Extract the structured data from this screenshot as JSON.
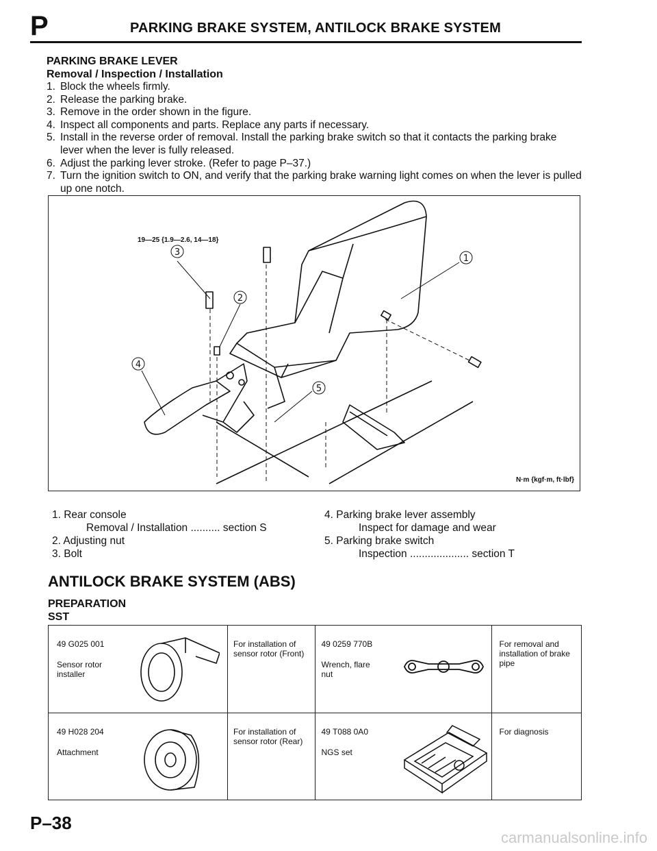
{
  "header": {
    "section_letter": "P",
    "title": "PARKING BRAKE SYSTEM, ANTILOCK BRAKE SYSTEM"
  },
  "parking_lever": {
    "heading": "PARKING BRAKE LEVER",
    "subheading": "Removal / Inspection / Installation",
    "steps": [
      {
        "num": "1.",
        "text": "Block the wheels firmly."
      },
      {
        "num": "2.",
        "text": "Release the parking brake."
      },
      {
        "num": "3.",
        "text": "Remove in the order shown in the figure."
      },
      {
        "num": "4.",
        "text": "Inspect all components and parts. Replace any parts if necessary."
      },
      {
        "num": "5.",
        "text": "Install in the reverse order of removal. Install the parking brake switch so that it contacts the parking brake lever when the lever is fully released."
      },
      {
        "num": "6.",
        "text": "Adjust the parking lever stroke. (Refer to page P–37.)"
      },
      {
        "num": "7.",
        "text": "Turn the ignition switch to ON, and verify that the parking brake warning light comes on when the lever is pulled up one notch."
      }
    ]
  },
  "figure": {
    "torque_label": "19—25 {1.9—2.6, 14—18}",
    "units_label": "N·m {kgf·m, ft·lbf}",
    "callouts": [
      "①",
      "②",
      "③",
      "④",
      "⑤"
    ]
  },
  "legend": {
    "left": [
      {
        "text": "1.  Rear console"
      },
      {
        "text": "Removal / Installation .......... section S",
        "sub": true
      },
      {
        "text": "2.  Adjusting nut"
      },
      {
        "text": "3.  Bolt"
      }
    ],
    "right": [
      {
        "text": "4.  Parking brake lever assembly"
      },
      {
        "text": "Inspect for damage and wear",
        "sub": true
      },
      {
        "text": "5.  Parking brake switch"
      },
      {
        "text": "Inspection .................... section T",
        "sub": true
      }
    ]
  },
  "abs": {
    "title": "ANTILOCK BRAKE SYSTEM (ABS)",
    "prep_heading": "PREPARATION",
    "sst_heading": "SST",
    "tools": [
      {
        "number": "49 G025 001",
        "name": "Sensor rotor installer",
        "purpose": "For installation of sensor rotor (Front)"
      },
      {
        "number": "49 0259 770B",
        "name": "Wrench, flare nut",
        "purpose": "For removal and installation of brake pipe"
      },
      {
        "number": "49 H028 204",
        "name": "Attachment",
        "purpose": "For installation of sensor rotor (Rear)"
      },
      {
        "number": "49 T088 0A0",
        "name": "NGS set",
        "purpose": "For diagnosis"
      }
    ]
  },
  "footer": {
    "page_number": "P–38",
    "watermark": "carmanualsonline.info"
  }
}
